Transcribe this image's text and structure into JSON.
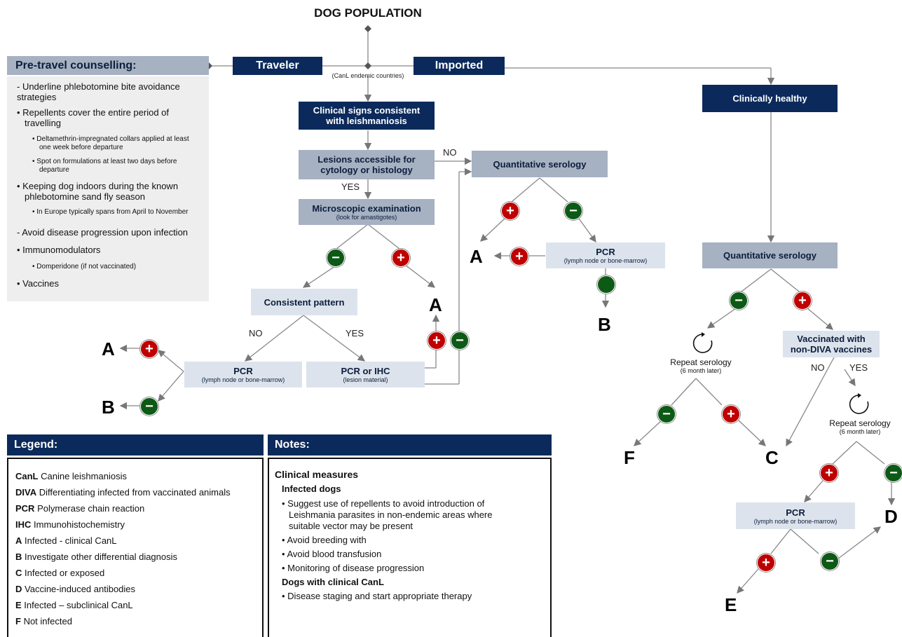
{
  "title": "DOG POPULATION",
  "pretravel": {
    "header": "Pre-travel counselling:",
    "items": [
      "- Underline phlebotomine bite avoidance",
      "strategies",
      "• Repellents cover the entire period of",
      "travelling",
      "• Deltamethrin-impregnated collars applied at least",
      "one week before departure",
      "• Spot on formulations at least two days before",
      "departure",
      "• Keeping dog indoors during the known",
      "phlebotomine sand fly season",
      "• In Europe typically spans from April to November",
      "- Avoid disease progression upon infection",
      "• Immunomodulators",
      "• Domperidone (if not vaccinated)",
      "• Vaccines"
    ]
  },
  "traveler": "Traveler",
  "imported": "Imported",
  "endemic_note": "(CanL endemic countries)",
  "clinical_signs": [
    "Clinical signs consistent",
    "with leishmaniosis"
  ],
  "clinically_healthy": "Clinically healthy",
  "lesions": [
    "Lesions accessible for",
    "cytology or histology"
  ],
  "microscopic": {
    "title": "Microscopic examination",
    "sub": "(look for amastigotes)"
  },
  "consistent_pattern": "Consistent pattern",
  "pcr_left": {
    "title": "PCR",
    "sub": "(lymph node or bone-marrow)"
  },
  "pcr_ihc": {
    "title": "PCR or IHC",
    "sub": "(lesion material)"
  },
  "quant_serology": "Quantitative serology",
  "pcr_mid": {
    "title": "PCR",
    "sub": "(lymph node or bone-marrow)"
  },
  "quant_serology_right": "Quantitative serology",
  "vaccinated": [
    "Vaccinated with",
    "non-DIVA vaccines"
  ],
  "repeat1": {
    "title": "Repeat serology",
    "sub": "(6 month later)"
  },
  "repeat2": {
    "title": "Repeat serology",
    "sub": "(6 month later)"
  },
  "pcr_right": {
    "title": "PCR",
    "sub": "(lymph node or bone-marrow)"
  },
  "labels": {
    "yes": "YES",
    "no": "NO",
    "plus": "+",
    "minus": "−"
  },
  "outcomes": {
    "A": "A",
    "B": "B",
    "C": "C",
    "D": "D",
    "E": "E",
    "F": "F"
  },
  "legend": {
    "header": "Legend:",
    "items": [
      {
        "abbr": "CanL",
        "text": " Canine leishmaniosis"
      },
      {
        "abbr": "DIVA",
        "text": " Differentiating infected from vaccinated animals"
      },
      {
        "abbr": "PCR",
        "text": " Polymerase chain reaction"
      },
      {
        "abbr": "IHC",
        "text": " Immunohistochemistry"
      },
      {
        "abbr": "A",
        "text": " Infected - clinical CanL"
      },
      {
        "abbr": "B",
        "text": " Investigate other differential diagnosis"
      },
      {
        "abbr": "C",
        "text": " Infected or exposed"
      },
      {
        "abbr": "D",
        "text": " Vaccine-induced antibodies"
      },
      {
        "abbr": "E",
        "text": " Infected – subclinical CanL"
      },
      {
        "abbr": "F",
        "text": " Not infected"
      }
    ]
  },
  "notes": {
    "header": "Notes:",
    "section1": "Clinical measures",
    "infected": "Infected dogs",
    "bullets": [
      "• Suggest use of repellents to avoid introduction of",
      "Leishmania parasites in non-endemic areas where",
      "suitable vector may be present",
      "• Avoid breeding with",
      "• Avoid blood transfusion",
      "• Monitoring of disease progression"
    ],
    "clinical": "Dogs with clinical CanL",
    "clinical_bullet": "•  Disease staging and start appropriate therapy"
  },
  "colors": {
    "navy": "#0b2a5b",
    "grey": "#a6b1c2",
    "light": "#dde3ec",
    "red": "#c00000",
    "green": "#0d5a16"
  }
}
